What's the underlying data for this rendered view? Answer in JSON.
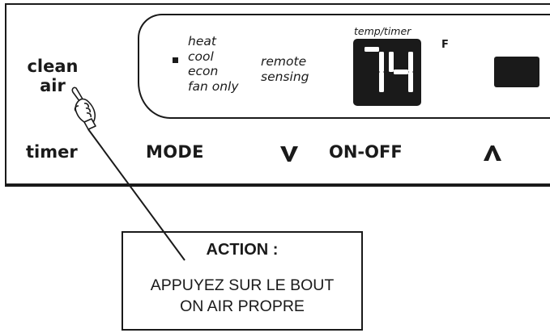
{
  "panel": {
    "clean_air_line1": "clean",
    "clean_air_line2": "air",
    "modes": [
      "heat",
      "cool",
      "econ",
      "fan only"
    ],
    "remote_line1": "remote",
    "remote_line2": "sensing",
    "temp_timer_label": "temp/timer",
    "display_value": "74",
    "unit": "F"
  },
  "buttons": {
    "timer": "timer",
    "mode": "MODE",
    "down_icon": "chevron-down-icon",
    "on_off": "ON-OFF",
    "up_icon": "chevron-up-icon"
  },
  "callout": {
    "title": "ACTION :",
    "line1": "APPUYEZ SUR LE BOUT",
    "line2": "ON AIR PROPRE"
  },
  "icons": {
    "pointer": "pointing-hand-icon"
  },
  "colors": {
    "ink": "#1a1a1a",
    "segment_on": "#ffffff",
    "background": "#ffffff"
  }
}
